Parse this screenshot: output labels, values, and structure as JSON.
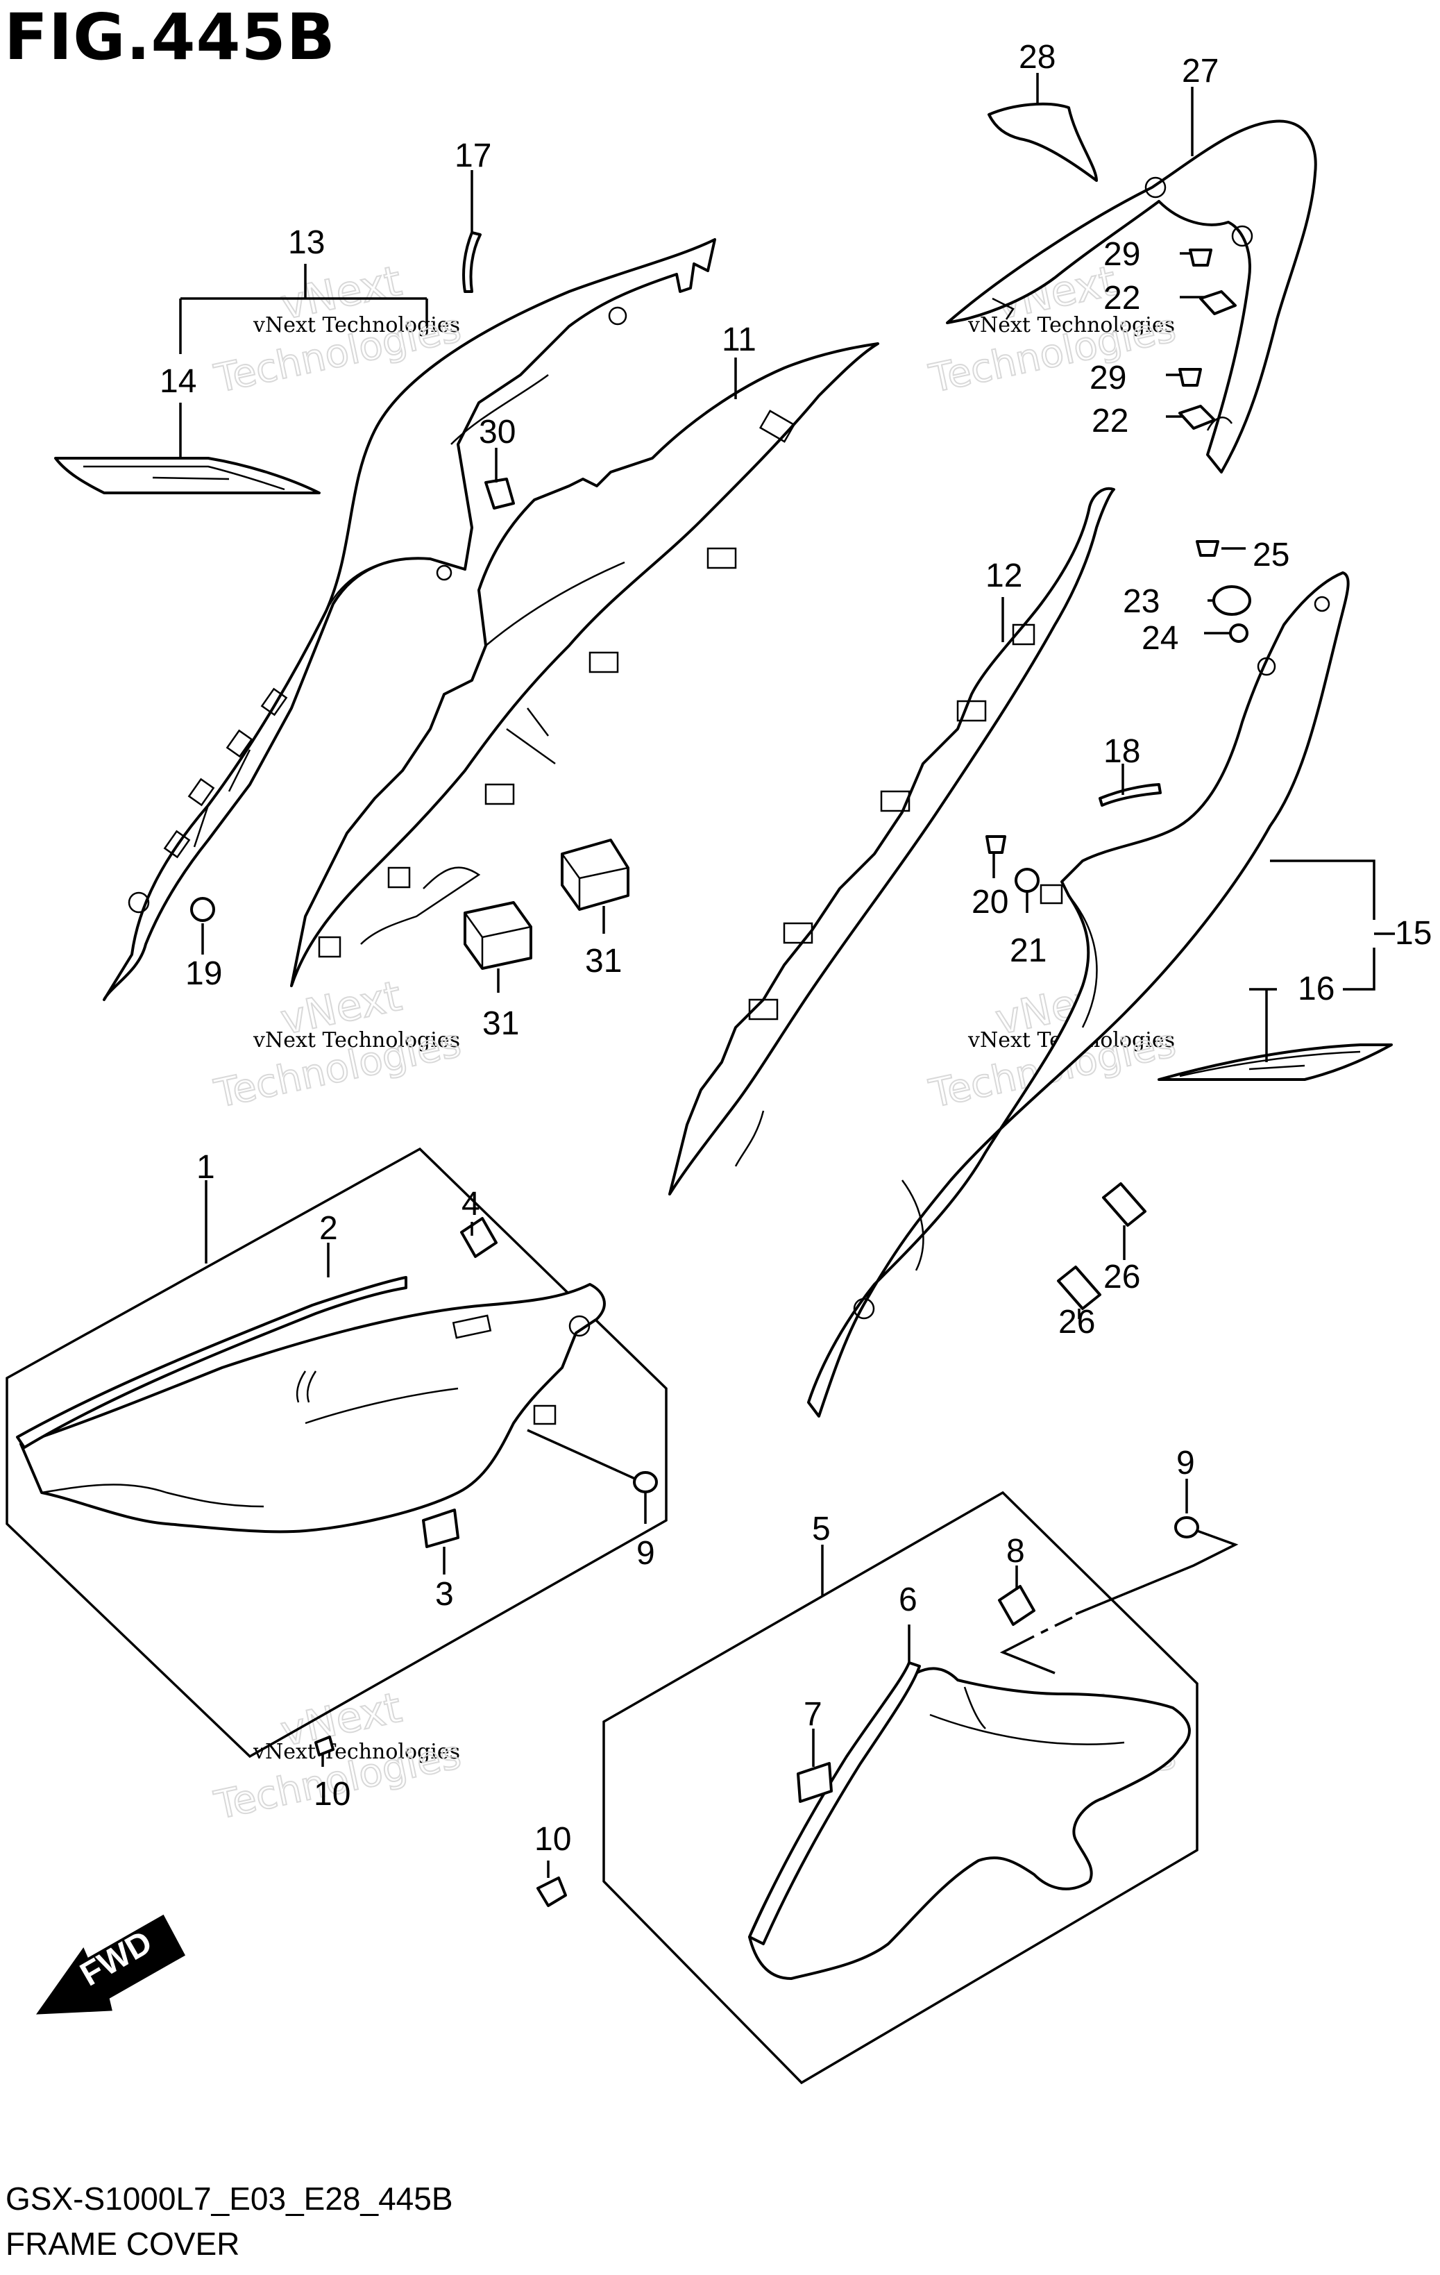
{
  "figure": {
    "title": "FIG.445B",
    "drawing_code": "GSX-S1000L7_E03_E28_445B",
    "name": "FRAME COVER",
    "direction_label": "FWD"
  },
  "watermark": {
    "line1": "vNext",
    "line2": "vNext Technologies",
    "line3": "Technologies"
  },
  "callouts": [
    "1",
    "2",
    "3",
    "4",
    "5",
    "6",
    "7",
    "8",
    "9",
    "9",
    "10",
    "10",
    "11",
    "12",
    "13",
    "14",
    "15",
    "16",
    "17",
    "18",
    "19",
    "20",
    "21",
    "22",
    "22",
    "23",
    "24",
    "25",
    "26",
    "26",
    "27",
    "28",
    "29",
    "29",
    "30",
    "31",
    "31"
  ],
  "colors": {
    "ink": "#000000",
    "watermark": "#d9d9d9",
    "background": "#ffffff"
  }
}
